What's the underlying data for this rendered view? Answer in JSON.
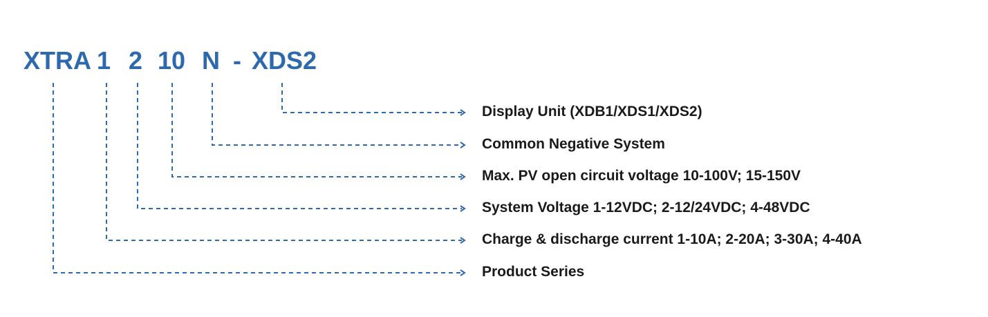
{
  "accent_color": "#2d69ad",
  "model_code": {
    "segments": [
      "XTRA",
      "1",
      "2",
      "10",
      "N",
      "-",
      "XDS2"
    ]
  },
  "descriptions": [
    {
      "code": "XDS2",
      "text": "Display Unit (XDB1/XDS1/XDS2)"
    },
    {
      "code": "N",
      "text": "Common Negative System"
    },
    {
      "code": "10",
      "text": "Max. PV open circuit voltage 10-100V; 15-150V"
    },
    {
      "code": "2",
      "text": "System Voltage 1-12VDC; 2-12/24VDC; 4-48VDC"
    },
    {
      "code": "1",
      "text": "Charge & discharge current 1-10A; 2-20A; 3-30A; 4-40A"
    },
    {
      "code": "XTRA",
      "text": "Product Series"
    }
  ]
}
